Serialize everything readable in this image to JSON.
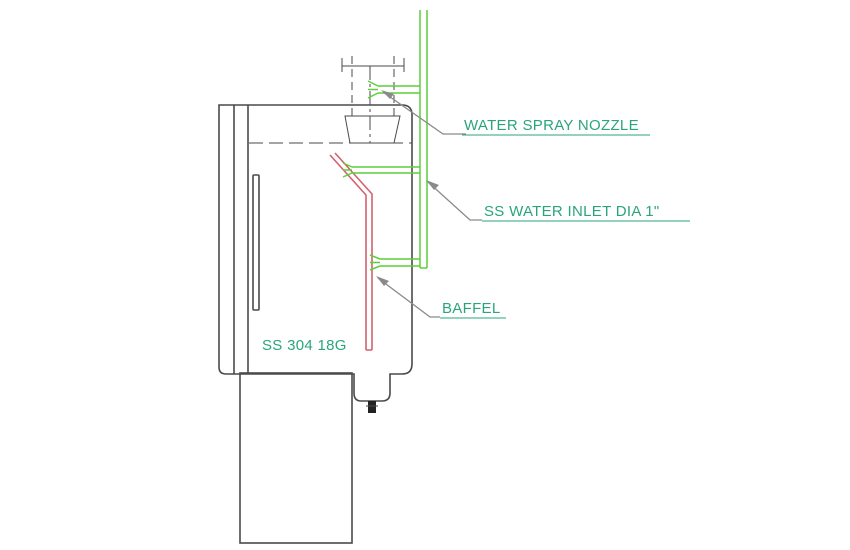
{
  "colors": {
    "outline": "#4a4a4a",
    "pipe": "#5ccf3a",
    "baffle": "#d4606e",
    "label": "#2aa57a",
    "leader": "#8a8a8a"
  },
  "labels": {
    "water_spray_nozzle": "WATER SPRAY NOZZLE",
    "ss_water_inlet": "SS WATER INLET DIA 1\"",
    "baffle": "BAFFEL",
    "material": "SS 304 18G"
  }
}
